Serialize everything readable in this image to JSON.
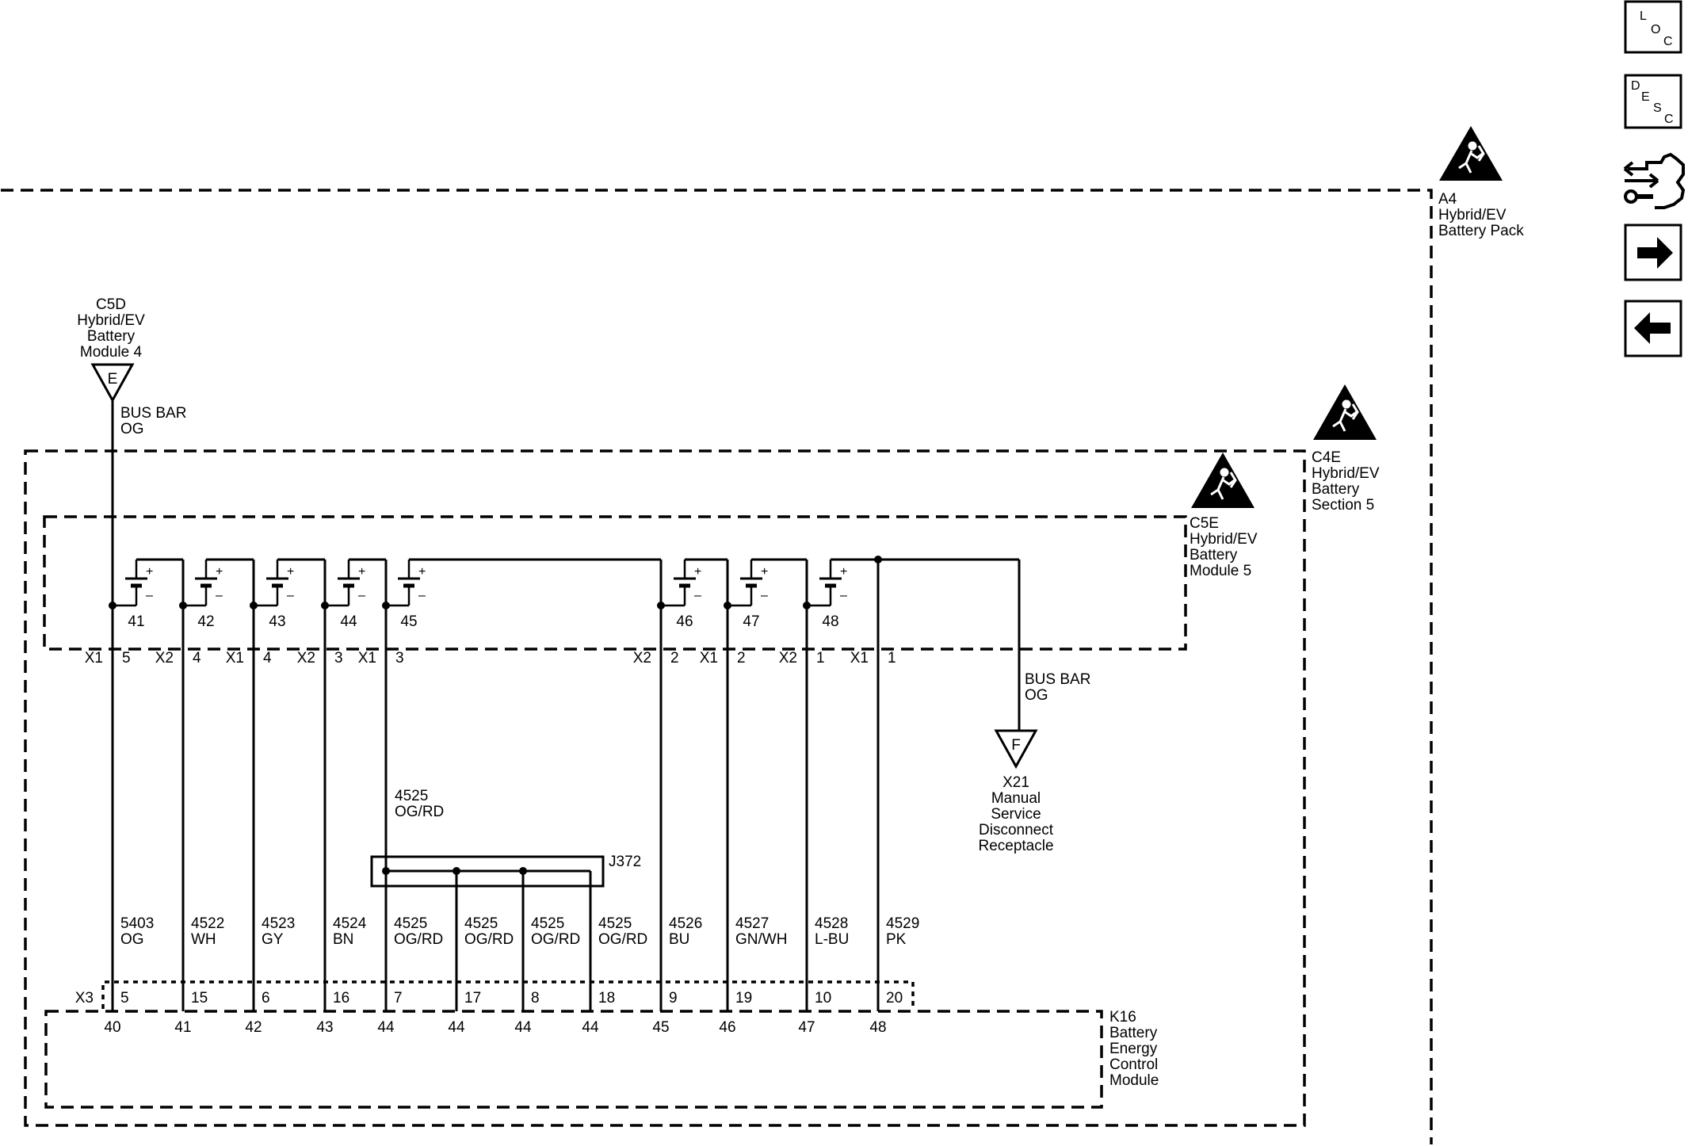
{
  "nav": {
    "loc": {
      "l": "L",
      "o": "O",
      "c": "C"
    },
    "desc": {
      "d": "D",
      "e": "E",
      "s": "S",
      "c": "C"
    }
  },
  "enclosures": {
    "pack": {
      "id": "A4",
      "l1": "Hybrid/EV",
      "l2": "Battery Pack"
    },
    "section": {
      "id": "C4E",
      "l1": "Hybrid/EV",
      "l2": "Battery",
      "l3": "Section 5"
    },
    "module5": {
      "id": "C5E",
      "l1": "Hybrid/EV",
      "l2": "Battery",
      "l3": "Module 5"
    },
    "module4": {
      "id": "C5D",
      "l1": "Hybrid/EV",
      "l2": "Battery",
      "l3": "Module 4"
    },
    "bec": {
      "id": "K16",
      "l1": "Battery",
      "l2": "Energy",
      "l3": "Control",
      "l4": "Module"
    },
    "msd": {
      "id": "X21",
      "l1": "Manual",
      "l2": "Service",
      "l3": "Disconnect",
      "l4": "Receptacle"
    }
  },
  "busbar_top": {
    "l1": "BUS BAR",
    "l2": "OG",
    "terminal": "E"
  },
  "busbar_right": {
    "l1": "BUS BAR",
    "l2": "OG",
    "terminal": "F"
  },
  "cells": [
    "41",
    "42",
    "43",
    "44",
    "45",
    "46",
    "47",
    "48"
  ],
  "plus": "+",
  "minus": "–",
  "module_pins": [
    {
      "conn": "X1",
      "pin": "5"
    },
    {
      "conn": "X2",
      "pin": "4"
    },
    {
      "conn": "X1",
      "pin": "4"
    },
    {
      "conn": "X2",
      "pin": "3"
    },
    {
      "conn": "X1",
      "pin": "3"
    },
    {
      "conn": "X2",
      "pin": "2"
    },
    {
      "conn": "X1",
      "pin": "2"
    },
    {
      "conn": "X2",
      "pin": "1"
    },
    {
      "conn": "X1",
      "pin": "1"
    }
  ],
  "splice": {
    "name": "J372",
    "wire_num": "4525",
    "wire_color": "OG/RD"
  },
  "wires": [
    {
      "num": "5403",
      "color": "OG"
    },
    {
      "num": "4522",
      "color": "WH"
    },
    {
      "num": "4523",
      "color": "GY"
    },
    {
      "num": "4524",
      "color": "BN"
    },
    {
      "num": "4525",
      "color": "OG/RD"
    },
    {
      "num": "4525",
      "color": "OG/RD"
    },
    {
      "num": "4525",
      "color": "OG/RD"
    },
    {
      "num": "4525",
      "color": "OG/RD"
    },
    {
      "num": "4526",
      "color": "BU"
    },
    {
      "num": "4527",
      "color": "GN/WH"
    },
    {
      "num": "4528",
      "color": "L-BU"
    },
    {
      "num": "4529",
      "color": "PK"
    }
  ],
  "x3": {
    "name": "X3",
    "pins": [
      "5",
      "15",
      "6",
      "16",
      "7",
      "17",
      "8",
      "18",
      "9",
      "19",
      "10",
      "20"
    ]
  },
  "k16_pins": [
    "40",
    "41",
    "42",
    "43",
    "44",
    "44",
    "44",
    "44",
    "45",
    "46",
    "47",
    "48"
  ]
}
